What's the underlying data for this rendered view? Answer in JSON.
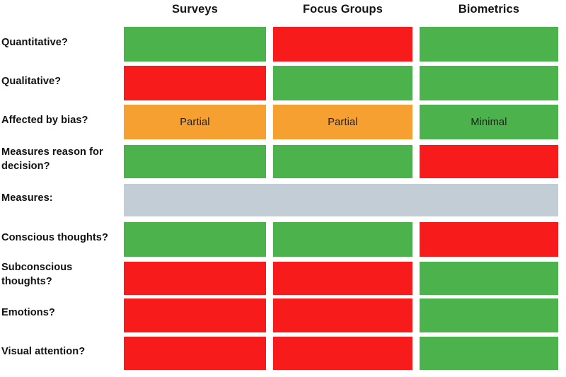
{
  "chart_data": {
    "type": "table",
    "title": "",
    "columns": [
      "Surveys",
      "Focus Groups",
      "Biometrics"
    ],
    "rows": [
      {
        "label": "Quantitative?",
        "values": [
          "yes",
          "no",
          "yes"
        ],
        "texts": [
          "",
          "",
          ""
        ]
      },
      {
        "label": "Qualitative?",
        "values": [
          "no",
          "yes",
          "yes"
        ],
        "texts": [
          "",
          "",
          ""
        ]
      },
      {
        "label": "Affected by bias?",
        "values": [
          "partial",
          "partial",
          "yes"
        ],
        "texts": [
          "Partial",
          "Partial",
          "Minimal"
        ]
      },
      {
        "label": "Measures reason for decision?",
        "values": [
          "yes",
          "yes",
          "no"
        ],
        "texts": [
          "",
          "",
          ""
        ]
      },
      {
        "label": "Measures:",
        "values": [
          "section"
        ],
        "texts": [
          ""
        ]
      },
      {
        "label": "Conscious thoughts?",
        "values": [
          "yes",
          "yes",
          "no"
        ],
        "texts": [
          "",
          "",
          ""
        ]
      },
      {
        "label": "Subconscious thoughts?",
        "values": [
          "no",
          "no",
          "yes"
        ],
        "texts": [
          "",
          "",
          ""
        ]
      },
      {
        "label": "Emotions?",
        "values": [
          "no",
          "no",
          "yes"
        ],
        "texts": [
          "",
          "",
          ""
        ]
      },
      {
        "label": "Visual attention?",
        "values": [
          "no",
          "no",
          "yes"
        ],
        "texts": [
          "",
          "",
          ""
        ]
      }
    ],
    "legend": {
      "yes": "#4cb34c",
      "no": "#f81b1b",
      "partial": "#f5a030",
      "section": "#c3cdd6"
    }
  },
  "header": {
    "columns": [
      {
        "label": "Surveys"
      },
      {
        "label": "Focus Groups"
      },
      {
        "label": "Biometrics"
      }
    ]
  },
  "matrix": {
    "rows": [
      {
        "label": "Quantitative?",
        "cells": [
          {
            "status": "yes",
            "text": ""
          },
          {
            "status": "no",
            "text": ""
          },
          {
            "status": "yes",
            "text": ""
          }
        ]
      },
      {
        "label": "Qualitative?",
        "cells": [
          {
            "status": "no",
            "text": ""
          },
          {
            "status": "yes",
            "text": ""
          },
          {
            "status": "yes",
            "text": ""
          }
        ]
      },
      {
        "label": "Affected by bias?",
        "cells": [
          {
            "status": "partial",
            "text": "Partial"
          },
          {
            "status": "partial",
            "text": "Partial"
          },
          {
            "status": "yes",
            "text": "Minimal"
          }
        ]
      },
      {
        "label": "Measures reason for decision?",
        "cells": [
          {
            "status": "yes",
            "text": ""
          },
          {
            "status": "yes",
            "text": ""
          },
          {
            "status": "no",
            "text": ""
          }
        ]
      },
      {
        "label": "Measures:",
        "cells": [
          {
            "status": "section",
            "text": ""
          }
        ]
      },
      {
        "label": "Conscious thoughts?",
        "cells": [
          {
            "status": "yes",
            "text": ""
          },
          {
            "status": "yes",
            "text": ""
          },
          {
            "status": "no",
            "text": ""
          }
        ]
      },
      {
        "label": "Subconscious thoughts?",
        "cells": [
          {
            "status": "no",
            "text": ""
          },
          {
            "status": "no",
            "text": ""
          },
          {
            "status": "yes",
            "text": ""
          }
        ]
      },
      {
        "label": "Emotions?",
        "cells": [
          {
            "status": "no",
            "text": ""
          },
          {
            "status": "no",
            "text": ""
          },
          {
            "status": "yes",
            "text": ""
          }
        ]
      },
      {
        "label": "Visual attention?",
        "cells": [
          {
            "status": "no",
            "text": ""
          },
          {
            "status": "no",
            "text": ""
          },
          {
            "status": "yes",
            "text": ""
          }
        ]
      }
    ]
  },
  "colors": {
    "yes": "#4cb34c",
    "no": "#f81b1b",
    "partial": "#f5a030",
    "section": "#c3cdd6",
    "background": "#ffffff",
    "text": "#111111"
  }
}
